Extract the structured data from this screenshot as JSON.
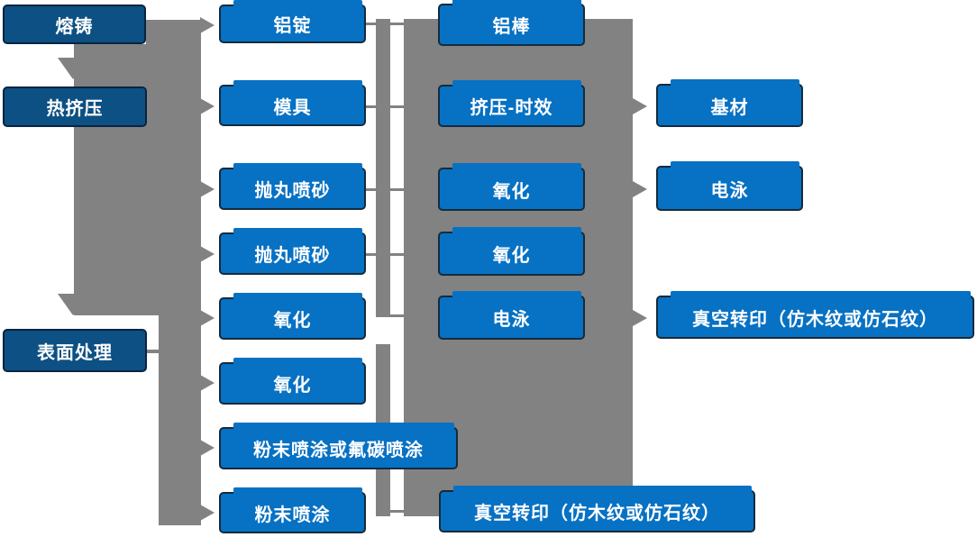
{
  "colors": {
    "navy": "#0d5083",
    "blue": "#0771c3",
    "gray": "#828282",
    "border": "#142b3d",
    "text": "#ffffff",
    "bg": "#ffffff"
  },
  "columns": {
    "c1": [
      "熔铸",
      "热挤压",
      "表面处理"
    ],
    "c2": [
      "铝锭",
      "模具",
      "抛丸喷砂",
      "抛丸喷砂",
      "氧化",
      "氧化",
      "粉末喷涂或氟碳喷涂",
      "粉末喷涂"
    ],
    "c3": [
      "铝棒",
      "挤压-时效",
      "氧化",
      "氧化",
      "电泳",
      "真空转印（仿木纹或仿石纹）"
    ],
    "c4": [
      "基材",
      "电泳",
      "真空转印（仿木纹或仿石纹）"
    ]
  }
}
